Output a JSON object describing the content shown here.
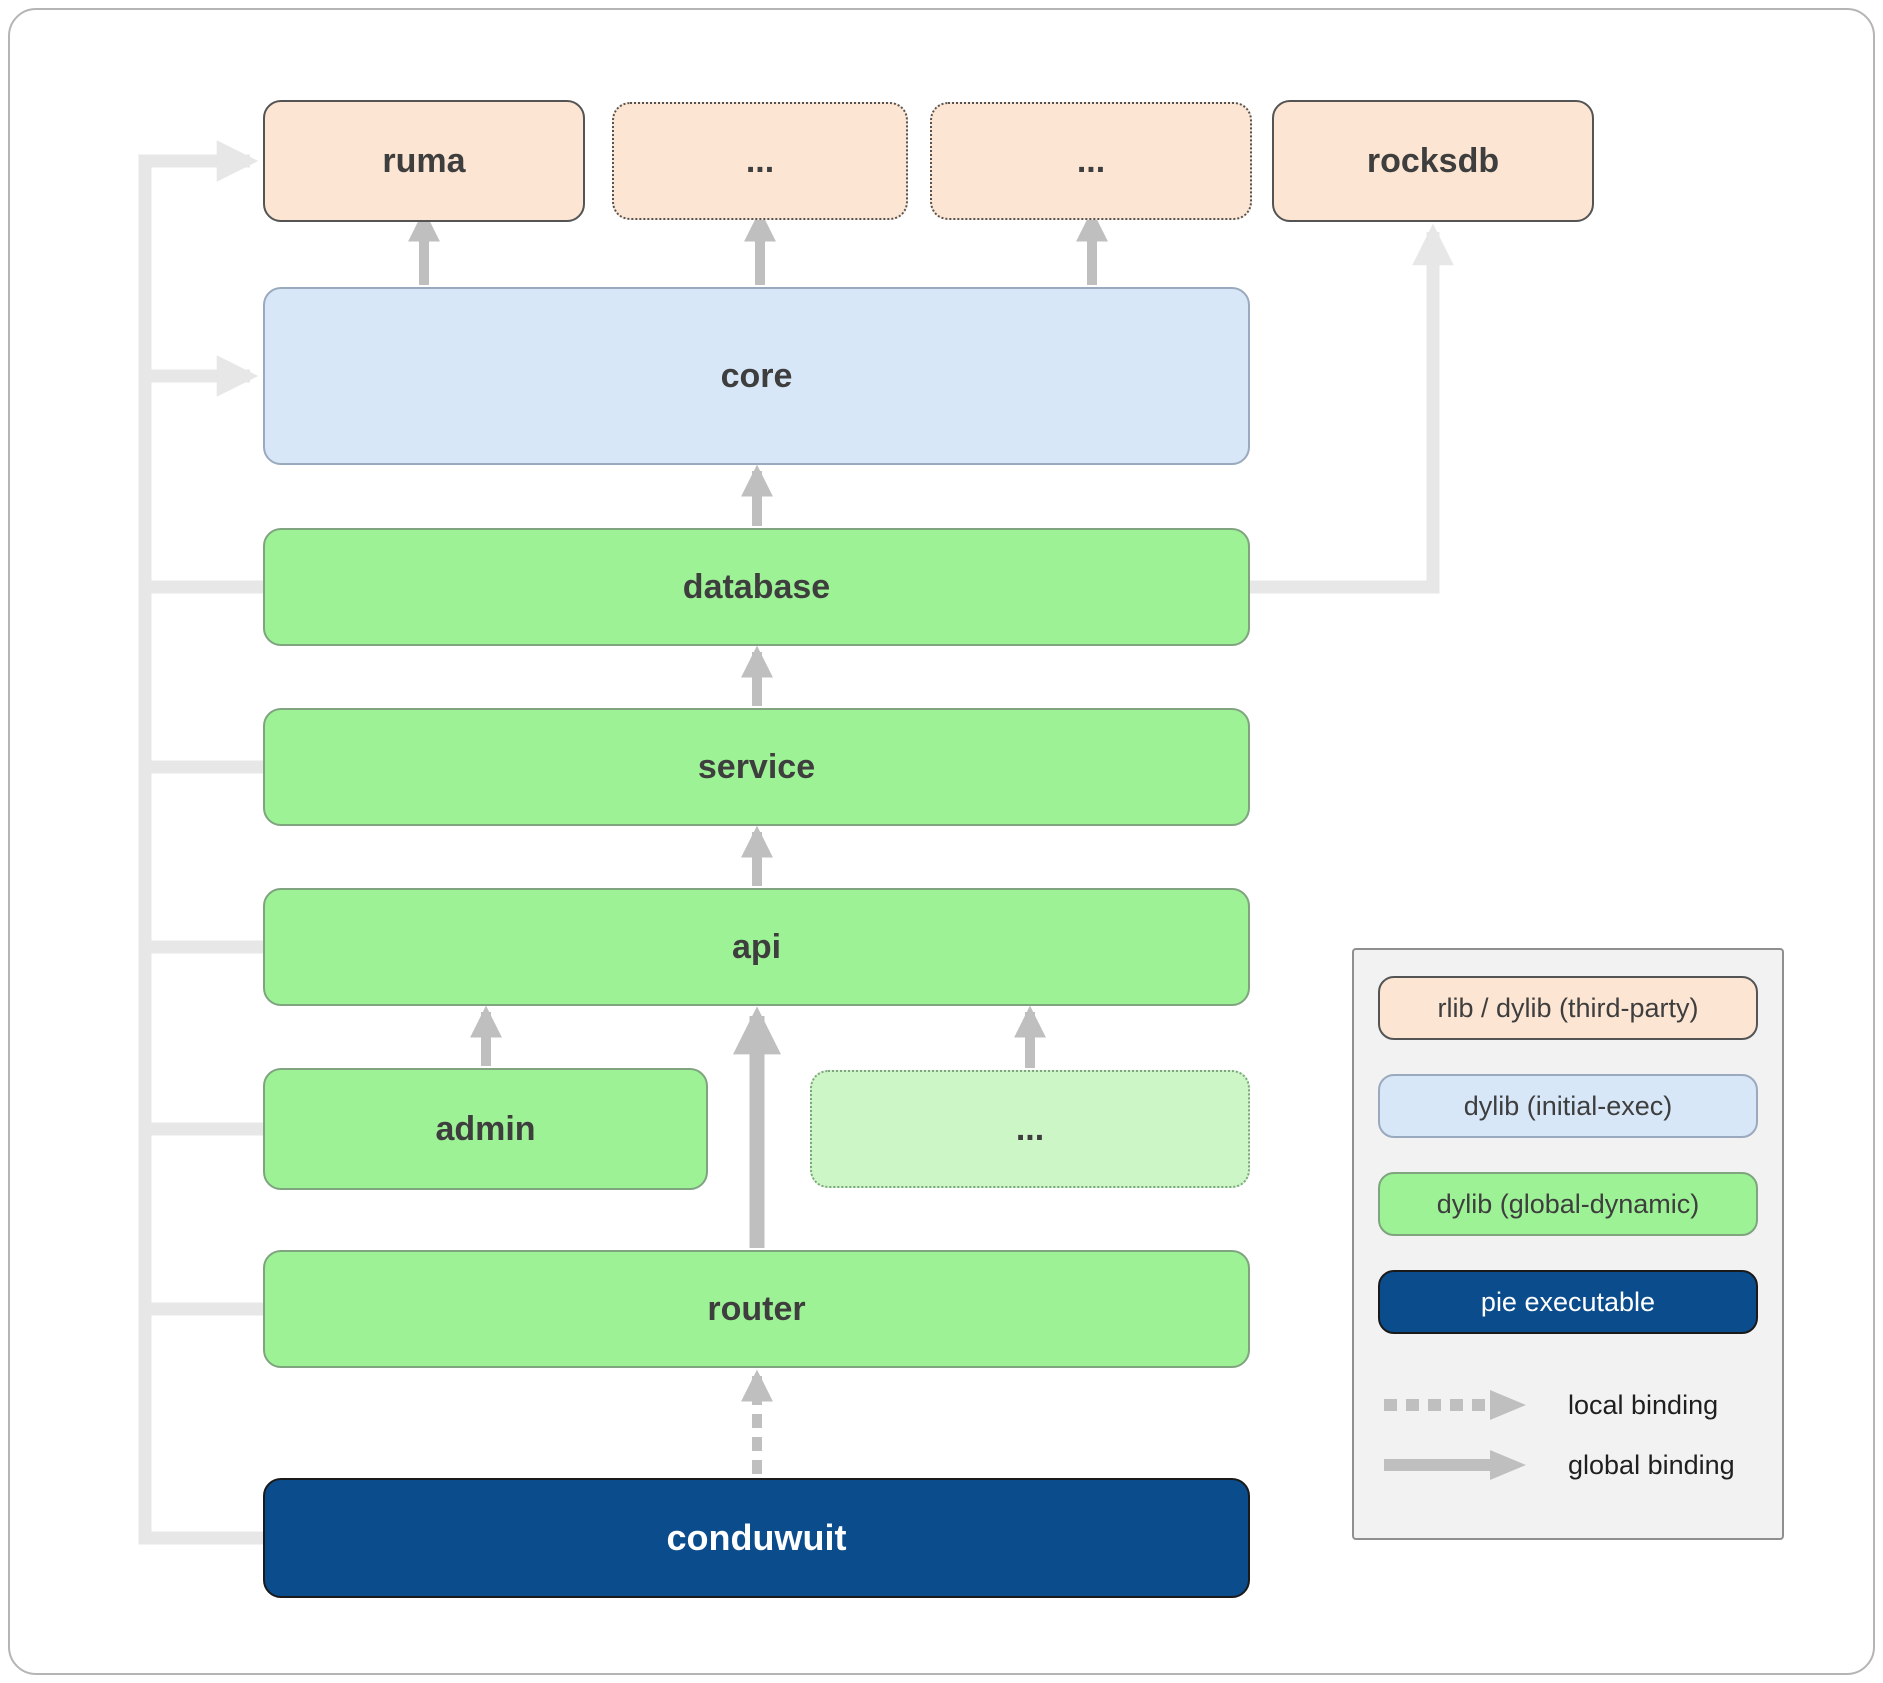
{
  "diagram": {
    "nodes": {
      "ruma": "ruma",
      "dots_top_1": "...",
      "dots_top_2": "...",
      "rocksdb": "rocksdb",
      "core": "core",
      "database": "database",
      "service": "service",
      "api": "api",
      "admin": "admin",
      "dots_mid": "...",
      "router": "router",
      "conduwuit": "conduwuit"
    }
  },
  "legend": {
    "items": {
      "third_party": "rlib / dylib (third-party)",
      "initial_exec": "dylib (initial-exec)",
      "global_dynamic": "dylib (global-dynamic)",
      "pie_executable": "pie executable"
    },
    "bindings": {
      "local": "local binding",
      "global": "global binding"
    }
  },
  "colors": {
    "third_party_fill": "#FCE5D2",
    "initial_exec_fill": "#D7E7F8",
    "global_dynamic_fill": "#9DF295",
    "global_dynamic_light_fill": "#CDF6C6",
    "pie_fill": "#0B4C8C",
    "arrow_gray": "#BFBFBF",
    "arrow_light": "#E7E7E7",
    "legend_bg": "#F2F2F2"
  }
}
